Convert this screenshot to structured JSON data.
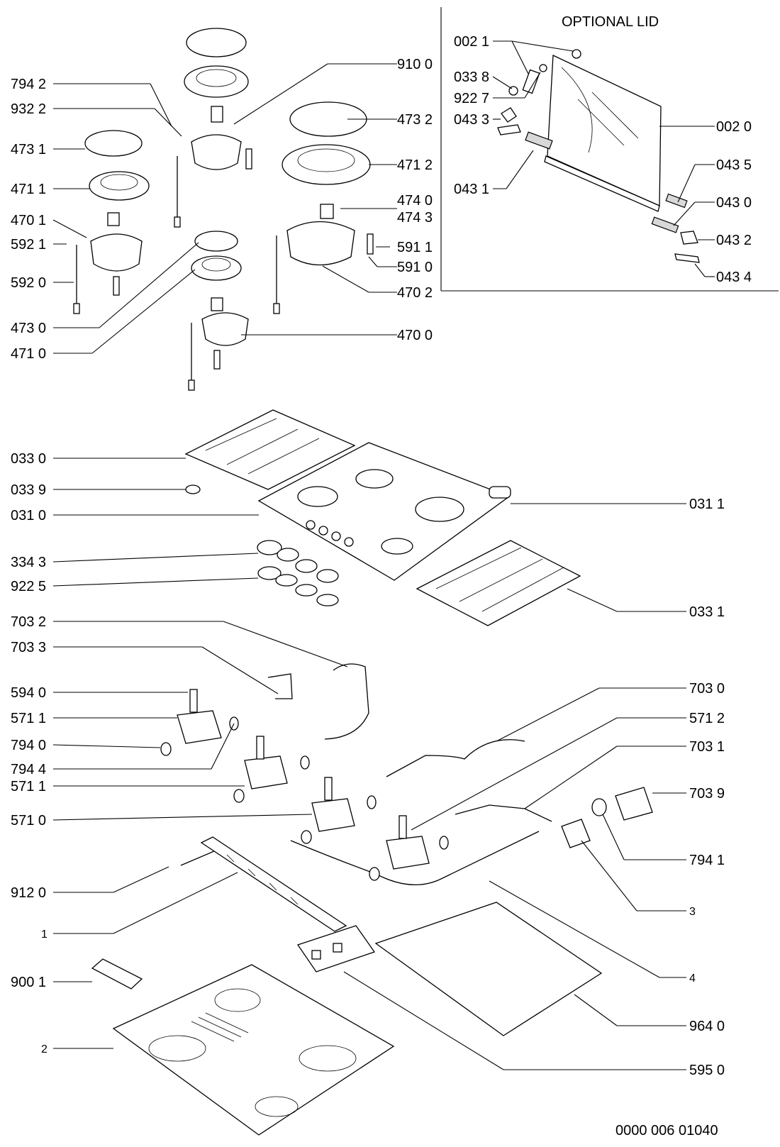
{
  "header": {
    "optional_lid": "OPTIONAL LID"
  },
  "footer": {
    "drawing_code": "0000 006 01040"
  },
  "labels": {
    "l_910_0": "910 0",
    "l_794_2": "794 2",
    "l_932_2": "932 2",
    "l_473_2": "473 2",
    "l_473_1": "473 1",
    "l_471_2": "471 2",
    "l_471_1": "471 1",
    "l_474_0": "474 0",
    "l_474_3": "474 3",
    "l_470_1": "470 1",
    "l_592_1": "592 1",
    "l_591_1": "591 1",
    "l_592_0": "592 0",
    "l_591_0": "591 0",
    "l_470_2": "470 2",
    "l_473_0": "473 0",
    "l_471_0": "471 0",
    "l_470_0": "470 0",
    "l_002_1": "002 1",
    "l_033_8": "033 8",
    "l_922_7": "922 7",
    "l_043_3": "043 3",
    "l_002_0": "002 0",
    "l_043_1": "043 1",
    "l_043_5": "043 5",
    "l_043_0": "043 0",
    "l_043_2": "043 2",
    "l_043_4": "043 4",
    "l_033_0": "033 0",
    "l_033_9": "033 9",
    "l_031_0": "031 0",
    "l_031_1": "031 1",
    "l_334_3": "334 3",
    "l_922_5": "922 5",
    "l_033_1": "033 1",
    "l_703_2": "703 2",
    "l_703_3": "703 3",
    "l_594_0": "594 0",
    "l_571_1a": "571 1",
    "l_794_0": "794 0",
    "l_794_4": "794 4",
    "l_571_1b": "571 1",
    "l_571_0": "571 0",
    "l_703_0": "703 0",
    "l_571_2": "571 2",
    "l_703_1": "703 1",
    "l_703_9": "703 9",
    "l_794_1": "794 1",
    "l_3": "3",
    "l_912_0": "912 0",
    "l_1": "1",
    "l_4": "4",
    "l_900_1": "900 1",
    "l_964_0": "964 0",
    "l_2": "2",
    "l_595_0": "595 0"
  }
}
